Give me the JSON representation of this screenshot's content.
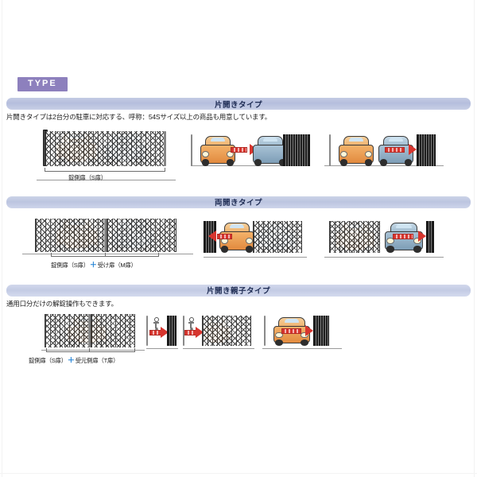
{
  "page": {
    "background": "#ffffff",
    "accent_purple": "#8d80bd",
    "bar_blue": "#bfc7e2",
    "plus_blue": "#1b7fd4",
    "arrow_red": "#d7352e"
  },
  "badge": {
    "label": "TYPE"
  },
  "sections": [
    {
      "id": "katabiraki",
      "header": "片開きタイプ",
      "note": "片開きタイプは2台分の駐車に対応する、呼称：54Sサイズ以上の商品も用意しています。",
      "caption": "錠側扉（S扉）",
      "caption_plus": "",
      "caption_tail": ""
    },
    {
      "id": "ryoubiraki",
      "header": "両開きタイプ",
      "note": "",
      "caption": "錠側扉（S扉）",
      "caption_plus": "＋",
      "caption_tail": "受け扉（M扉）"
    },
    {
      "id": "katabiraki-oyako",
      "header": "片開き親子タイプ",
      "note": "通用口分だけの解錠操作もできます。",
      "caption": "錠側扉（S扉）",
      "caption_plus": "＋",
      "caption_tail": "受元側扉（T扉）"
    }
  ],
  "icons": {
    "car_orange": "car-orange-icon",
    "car_blue": "car-blue-icon",
    "arrow_right": "arrow-right-icon",
    "arrow_left": "arrow-left-icon",
    "gate_panel": "accordion-gate-icon",
    "gate_post": "gate-post-icon",
    "person": "person-icon",
    "plus": "plus-icon"
  }
}
